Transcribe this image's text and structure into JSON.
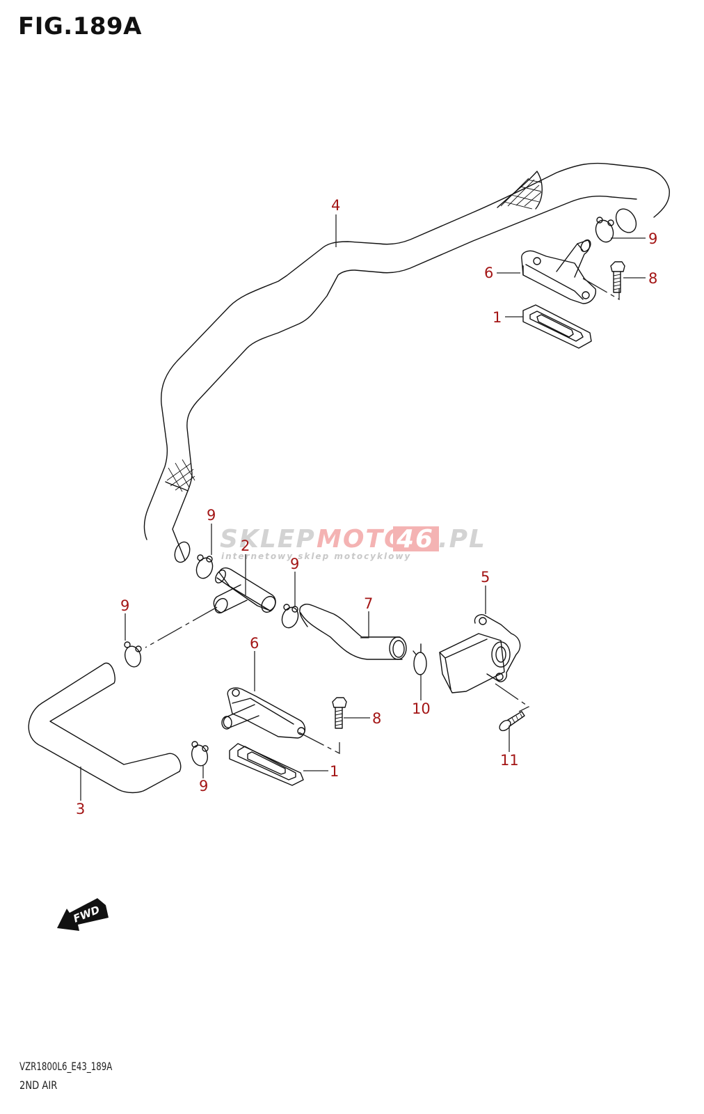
{
  "figure": {
    "title": "FIG.189A",
    "model_code": "VZR1800L6_E43_189A",
    "section_name": "2ND AIR"
  },
  "watermark": {
    "part1": "SKLEP",
    "part2": "MOTO",
    "part3": "46",
    "part4": ".PL",
    "tagline": "internetowy sklep motocyklowy",
    "colors": {
      "gray": "#cfcfcf",
      "pink": "#f2a0a0"
    }
  },
  "direction_marker": {
    "label": "FWD",
    "icon": "arrow-left-down-icon"
  },
  "callout_color": "#a31515",
  "callouts": [
    {
      "id": "c4",
      "label": "4",
      "part": "hose-upper"
    },
    {
      "id": "c9a",
      "label": "9",
      "part": "clamp"
    },
    {
      "id": "c8a",
      "label": "8",
      "part": "bolt"
    },
    {
      "id": "c6a",
      "label": "6",
      "part": "reed-valve-cover"
    },
    {
      "id": "c1a",
      "label": "1",
      "part": "reed-valve-gasket"
    },
    {
      "id": "c9b",
      "label": "9",
      "part": "clamp"
    },
    {
      "id": "c2",
      "label": "2",
      "part": "t-joint"
    },
    {
      "id": "c9c",
      "label": "9",
      "part": "clamp"
    },
    {
      "id": "c5",
      "label": "5",
      "part": "pair-control-solenoid-valve"
    },
    {
      "id": "c7",
      "label": "7",
      "part": "hose-short"
    },
    {
      "id": "c9d",
      "label": "9",
      "part": "clamp"
    },
    {
      "id": "c6b",
      "label": "6",
      "part": "reed-valve-cover"
    },
    {
      "id": "c10",
      "label": "10",
      "part": "clamp"
    },
    {
      "id": "c8b",
      "label": "8",
      "part": "bolt"
    },
    {
      "id": "c11",
      "label": "11",
      "part": "screw"
    },
    {
      "id": "c1b",
      "label": "1",
      "part": "reed-valve-gasket"
    },
    {
      "id": "c9e",
      "label": "9",
      "part": "clamp"
    },
    {
      "id": "c3",
      "label": "3",
      "part": "hose-u-shaped"
    }
  ]
}
